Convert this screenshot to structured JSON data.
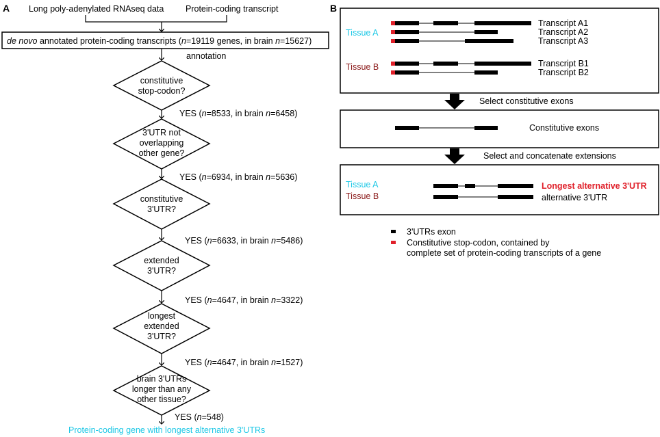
{
  "colors": {
    "tissue_a": "#1ec8e6",
    "tissue_b": "#8b1a1a",
    "stop_codon": "#e0202a",
    "highlight": "#e0202a",
    "final_label": "#1ec8e6"
  },
  "panel_a": {
    "label": "A",
    "sources": [
      "Long poly-adenylated RNAseq data",
      "Protein-coding transcript"
    ],
    "annotated_box": {
      "prefix": "de novo",
      "text": " annotated protein-coding transcripts (",
      "n1_var": "n",
      "n1_rest": "=19119 genes, in brain ",
      "n2_var": "n",
      "n2_rest": "=15627)"
    },
    "annotation_label": "annotation",
    "decisions": [
      {
        "lines": [
          "constitutive",
          "stop-codon?"
        ],
        "yes_pre": "YES (",
        "yes_mid": "=8533, in brain ",
        "yes_end": "=6458)"
      },
      {
        "lines": [
          "3'UTR not",
          "overlapping",
          "other gene?"
        ],
        "yes_pre": "YES (",
        "yes_mid": "=6934, in brain ",
        "yes_end": "=5636)"
      },
      {
        "lines": [
          "constitutive",
          "3'UTR?"
        ],
        "yes_pre": "YES (",
        "yes_mid": "=6633, in brain ",
        "yes_end": "=5486)"
      },
      {
        "lines": [
          "extended",
          "3'UTR?"
        ],
        "yes_pre": "YES (",
        "yes_mid": "=4647, in brain ",
        "yes_end": "=3322)"
      },
      {
        "lines": [
          "longest",
          "extended",
          "3'UTR?"
        ],
        "yes_pre": "YES (",
        "yes_mid": "=4647, in brain ",
        "yes_end": "=1527)"
      },
      {
        "lines": [
          "brain 3'UTRs",
          "longer than any",
          "other tissue?"
        ],
        "yes_pre": "YES (",
        "yes_mid": "=548)",
        "yes_end": ""
      }
    ],
    "n_var": "n",
    "final_label": "Protein-coding gene with longest alternative 3'UTRs"
  },
  "panel_b": {
    "label": "B",
    "box1": {
      "tissue_a": "Tissue A",
      "tissue_b": "Tissue B",
      "transcripts": [
        "Transcript A1",
        "Transcript A2",
        "Transcript A3",
        "Transcript B1",
        "Transcript B2"
      ]
    },
    "step1": "Select constitutive exons",
    "box2": {
      "label": "Constitutive exons"
    },
    "step2": "Select and concatenate extensions",
    "box3": {
      "tissue_a": "Tissue A",
      "tissue_b": "Tissue B",
      "longest": "Longest alternative 3'UTR",
      "alternative": "alternative 3'UTR"
    },
    "legend": {
      "exon": "3'UTRs exon",
      "stop_line1": "Constitutive stop-codon, contained by",
      "stop_line2": "complete set of protein-coding transcripts of a gene"
    }
  }
}
